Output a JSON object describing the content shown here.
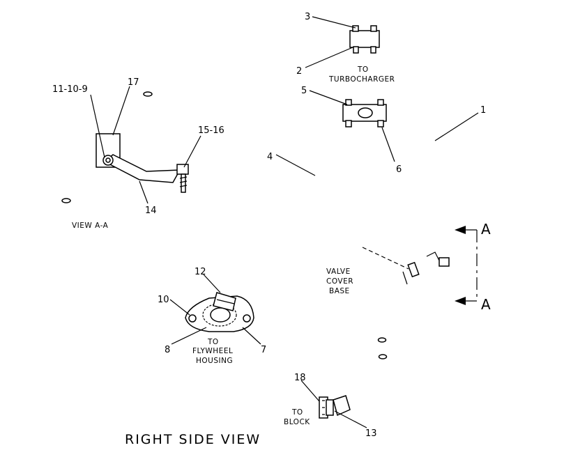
{
  "labels": {
    "n1": "1",
    "n2": "2",
    "n3": "3",
    "n4": "4",
    "n5": "5",
    "n6": "6",
    "n7": "7",
    "n8": "8",
    "n10": "10",
    "n12": "12",
    "n13": "13",
    "n14": "14",
    "n15_16": "15-16",
    "n11_10_9": "11-10-9",
    "n17": "17",
    "n18": "18"
  },
  "captions": {
    "turbo_1": "TO",
    "turbo_2": "TURBOCHARGER",
    "flywheel_1": "TO",
    "flywheel_2": "FLYWHEEL",
    "flywheel_3": "HOUSING",
    "valve_1": "VALVE",
    "valve_2": "COVER",
    "valve_3": "BASE",
    "block_1": "TO",
    "block_2": "BLOCK"
  },
  "section": {
    "top": "A",
    "bottom": "A"
  },
  "views": {
    "detail": "VIEW A-A",
    "main": "RIGHT SIDE VIEW"
  }
}
